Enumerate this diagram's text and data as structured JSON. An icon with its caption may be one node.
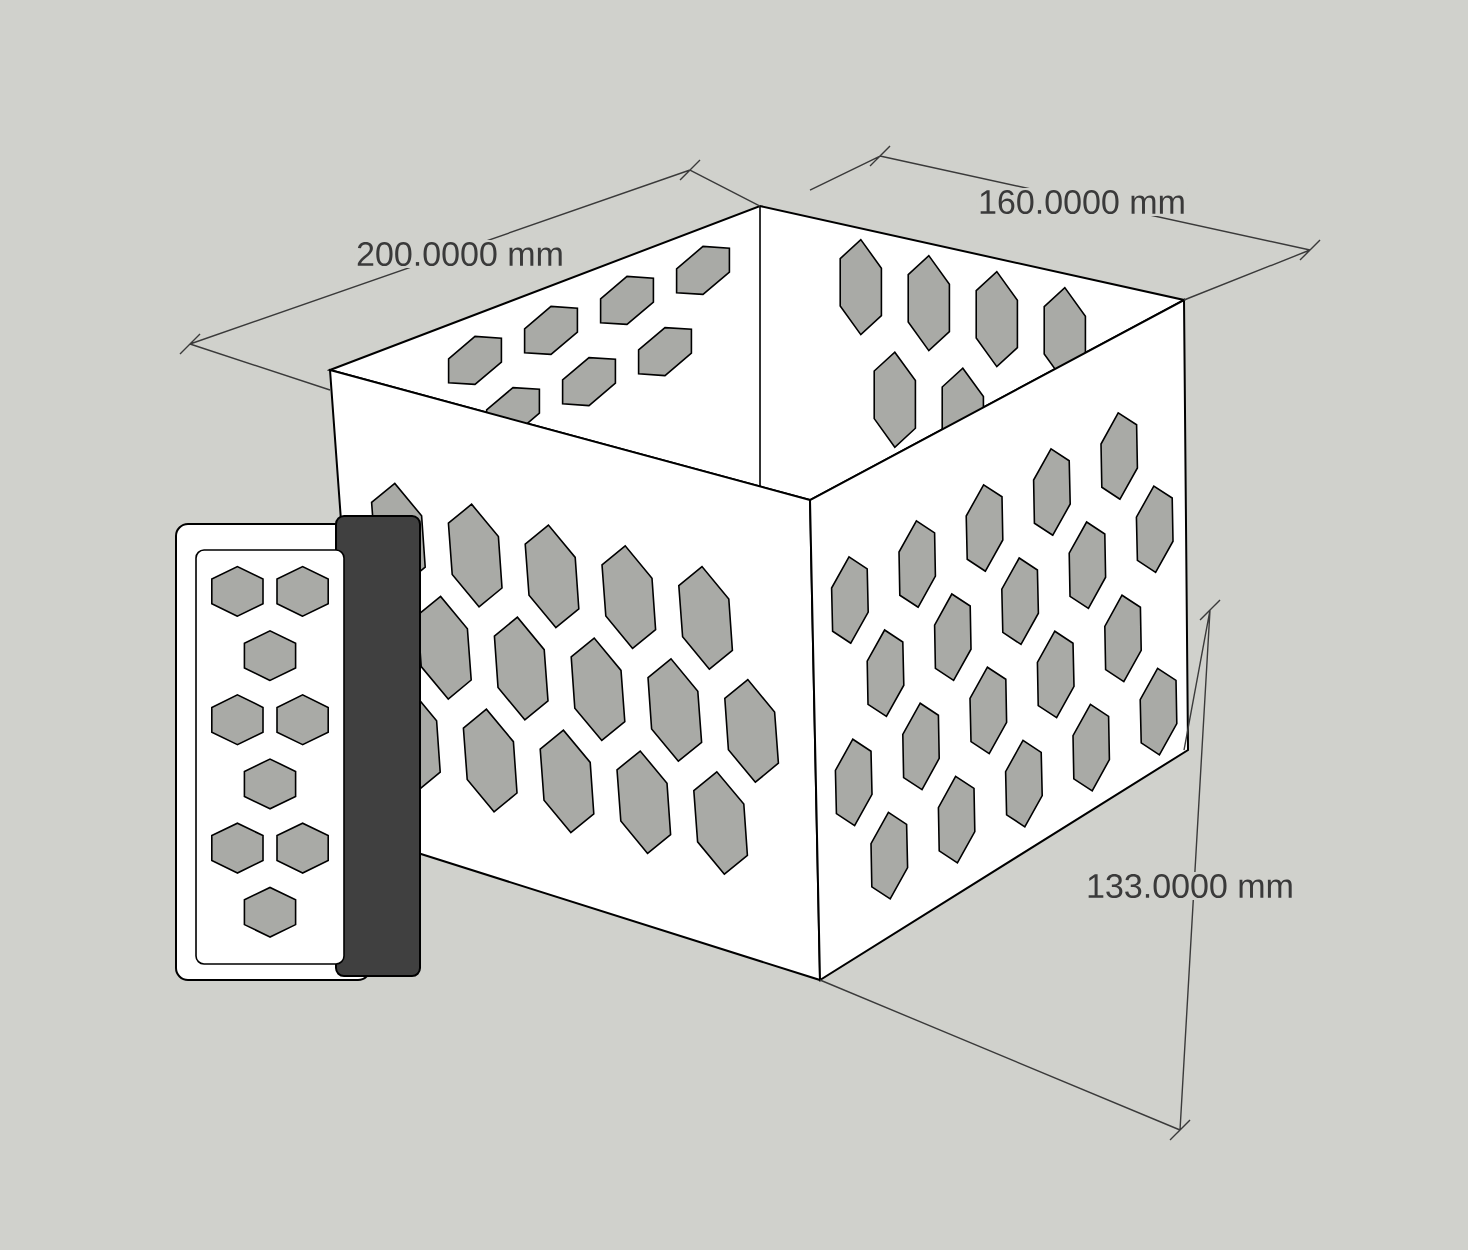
{
  "diagram": {
    "labels": [
      "200.0000 mm",
      "160.0000 mm",
      "133.0000 mm"
    ]
  }
}
